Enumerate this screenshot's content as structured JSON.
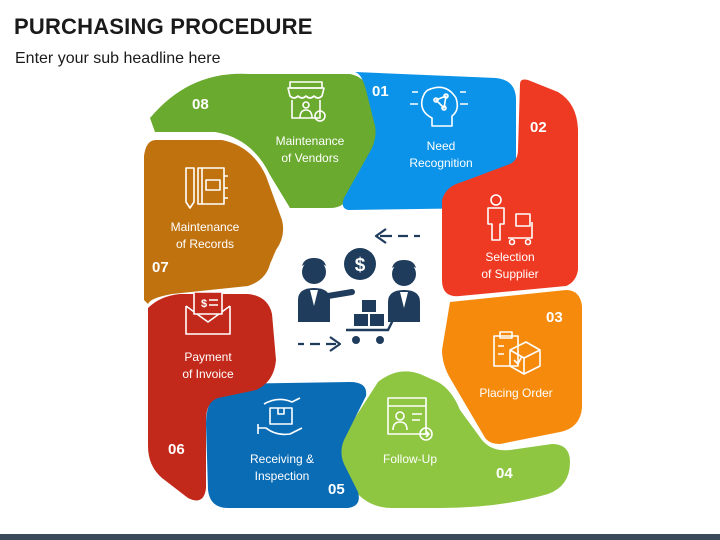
{
  "header": {
    "title": "PURCHASING PROCEDURE",
    "subtitle": "Enter your sub headline here"
  },
  "colors": {
    "blue": "#0a93e8",
    "red": "#ee3a23",
    "orange": "#f58a0c",
    "light_green": "#8ec641",
    "dark_blue": "#0a6cb5",
    "dark_red": "#c2291a",
    "brown": "#c0720f",
    "green": "#6aaa2e",
    "icon_navy": "#1f3c5c"
  },
  "steps": [
    {
      "num": "01",
      "label": [
        "Need",
        "Recognition"
      ],
      "icon": "brain-head-icon"
    },
    {
      "num": "02",
      "label": [
        "Selection",
        "of Supplier"
      ],
      "icon": "supplier-cart-icon"
    },
    {
      "num": "03",
      "label": [
        "Placing Order"
      ],
      "icon": "clipboard-box-icon"
    },
    {
      "num": "04",
      "label": [
        "Follow-Up"
      ],
      "icon": "user-document-icon"
    },
    {
      "num": "05",
      "label": [
        "Receiving &",
        "Inspection"
      ],
      "icon": "hand-box-icon"
    },
    {
      "num": "06",
      "label": [
        "Payment",
        "of Invoice"
      ],
      "icon": "invoice-envelope-icon"
    },
    {
      "num": "07",
      "label": [
        "Maintenance",
        "of Records"
      ],
      "icon": "records-book-icon"
    },
    {
      "num": "08",
      "label": [
        "Maintenance",
        "of Vendors"
      ],
      "icon": "vendor-shop-icon"
    }
  ],
  "center_icon": "buyer-seller-exchange-icon"
}
